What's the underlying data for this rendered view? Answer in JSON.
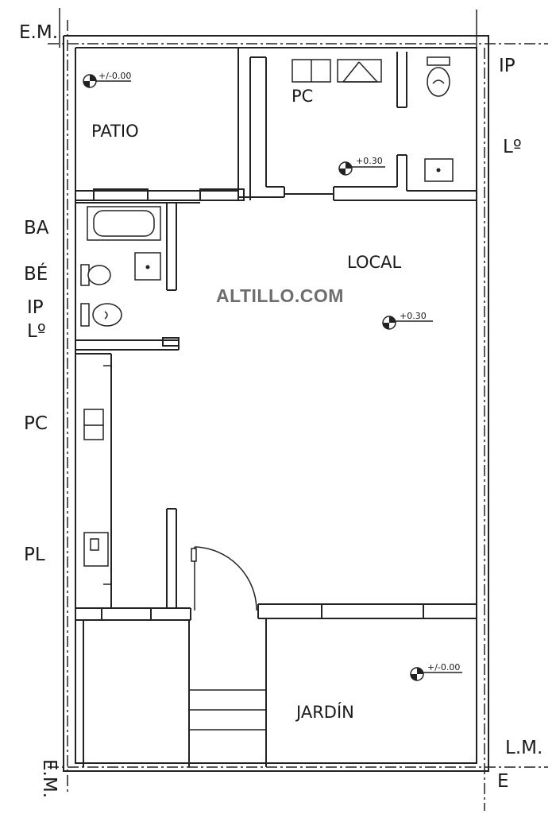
{
  "labels": {
    "em_top": "E.M.",
    "em_bottom": "E.M.",
    "lm_bottom": "L.M.",
    "bottom_right_fragment": "E",
    "right_ip": "IP",
    "right_lo": "Lº",
    "left_ba": "BA",
    "left_be": "BÉ",
    "left_ip": "IP",
    "left_lo": "Lº",
    "left_pc": "PC",
    "left_pl": "PL"
  },
  "rooms": {
    "patio": "PATIO",
    "pc_top": "PC",
    "local": "LOCAL",
    "jardin": "JARDÍN"
  },
  "levels": {
    "patio_level": "+/-0.00",
    "pc_level": "+0.30",
    "local_level": "+0.30",
    "jardin_level": "+/-0.00"
  },
  "watermark": "ALTILLO.COM"
}
